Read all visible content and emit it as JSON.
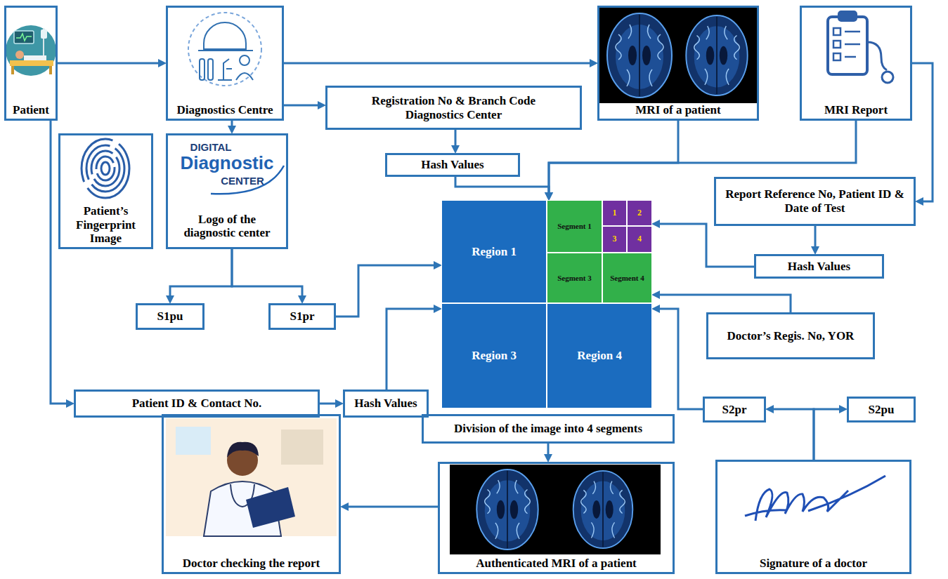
{
  "diagram": {
    "nodes": [
      {
        "text": [
          "Patient"
        ]
      },
      {
        "text": [
          "Diagnostics Centre"
        ]
      },
      {
        "text": [
          "Registration No & Branch Code Diagnostics Center"
        ]
      },
      {
        "text": [
          "MRI of a patient"
        ]
      },
      {
        "text": [
          "MRI Report"
        ]
      },
      {
        "text": [
          "Patient’s Fingerprint Image"
        ]
      },
      {
        "text": [
          "Logo of the diagnostic center"
        ]
      },
      {
        "text": [
          "Hash Values"
        ]
      },
      {
        "text": [
          "Report Reference No, Patient ID & Date of Test"
        ]
      },
      {
        "text": [
          "Region 1"
        ]
      },
      {
        "text": [
          "Segment 1"
        ]
      },
      {
        "text": [
          "1"
        ]
      },
      {
        "text": [
          "2"
        ]
      },
      {
        "text": [
          "3"
        ]
      },
      {
        "text": [
          "4"
        ]
      },
      {
        "text": [
          "Segment 3"
        ]
      },
      {
        "text": [
          "Segment 4"
        ]
      },
      {
        "text": [
          "Hash Values"
        ]
      },
      {
        "text": [
          "S1pu"
        ]
      },
      {
        "text": [
          "S1pr"
        ]
      },
      {
        "text": [
          "Region 3"
        ]
      },
      {
        "text": [
          "Region 4"
        ]
      },
      {
        "text": [
          "Doctor’s Regis. No, YOR"
        ]
      },
      {
        "text": [
          "Patient ID & Contact No."
        ]
      },
      {
        "text": [
          "Hash Values"
        ]
      },
      {
        "text": [
          "S2pr"
        ]
      },
      {
        "text": [
          "S2pu"
        ]
      },
      {
        "text": [
          "Division of the image into 4 segments"
        ]
      },
      {
        "text": [
          "Doctor checking the report"
        ]
      },
      {
        "text": [
          "Authenticated MRI of a patient"
        ]
      },
      {
        "text": [
          "Signature of a doctor"
        ]
      }
    ],
    "edges": [
      {
        "from": 0,
        "to": 1,
        "arrow": "to"
      },
      {
        "from": 0,
        "to": 23,
        "arrow": "to"
      },
      {
        "from": 1,
        "to": 3,
        "arrow": "to"
      },
      {
        "from": 1,
        "to": 2,
        "arrow": "to"
      },
      {
        "from": 1,
        "to": 6,
        "arrow": "to"
      },
      {
        "from": 2,
        "to": 7,
        "arrow": "to"
      },
      {
        "from": 7,
        "to": 10,
        "arrow": "to"
      },
      {
        "from": 3,
        "to": 10,
        "arrow": "to"
      },
      {
        "from": 4,
        "to": 10,
        "arrow": "to"
      },
      {
        "from": 4,
        "to": 8,
        "arrow": "to"
      },
      {
        "from": 8,
        "to": 17,
        "arrow": "to"
      },
      {
        "from": 17,
        "to": 12,
        "arrow": "to"
      },
      {
        "from": 22,
        "to": 16,
        "arrow": "to"
      },
      {
        "from": 6,
        "to": 18,
        "arrow": "to"
      },
      {
        "from": 6,
        "to": 19,
        "arrow": "to"
      },
      {
        "from": 19,
        "to": 9,
        "arrow": "to"
      },
      {
        "from": 23,
        "to": 24,
        "arrow": "to"
      },
      {
        "from": 24,
        "to": 20,
        "arrow": "to"
      },
      {
        "from": 30,
        "to": 25,
        "arrow": "to"
      },
      {
        "from": 30,
        "to": 26,
        "arrow": "to"
      },
      {
        "from": 25,
        "to": 21,
        "arrow": "to"
      },
      {
        "from": 27,
        "to": 29,
        "arrow": "to"
      },
      {
        "from": 29,
        "to": 28,
        "arrow": "to"
      }
    ],
    "labels": [
      "DIGITAL",
      "Diagnostic",
      "CENTER"
    ]
  }
}
